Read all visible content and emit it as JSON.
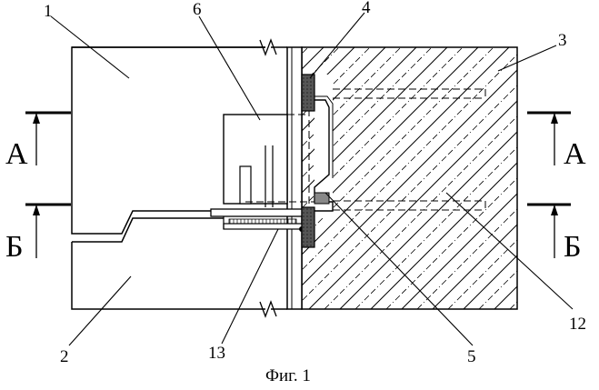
{
  "labels": {
    "n1": "1",
    "n2": "2",
    "n3": "3",
    "n4": "4",
    "n5": "5",
    "n6": "6",
    "n12": "12",
    "n13": "13"
  },
  "sections": {
    "a_left": "А",
    "b_left": "Б",
    "a_right": "А",
    "b_right": "Б"
  },
  "caption": "Фиг. 1"
}
